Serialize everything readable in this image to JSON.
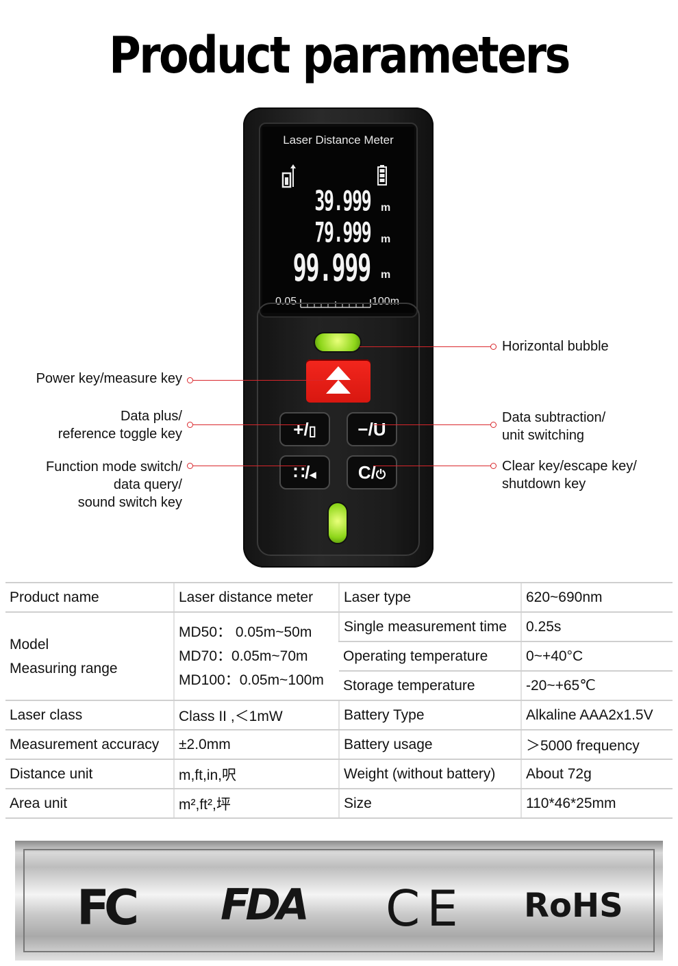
{
  "header": {
    "title": "Product parameters"
  },
  "device": {
    "screen_title": "Laser Distance Meter",
    "readings": [
      {
        "value": "39.999",
        "unit": "m"
      },
      {
        "value": "79.999",
        "unit": "m"
      },
      {
        "value": "99.999",
        "unit": "m"
      }
    ],
    "scale_min": "0.05",
    "scale_max": "100m",
    "keys": {
      "plus": "+/",
      "minus": "−/U",
      "function": "∷/",
      "clear": "C/"
    }
  },
  "callouts": {
    "horizontal_bubble": "Horizontal bubble",
    "power_key": "Power key/measure key",
    "data_plus": [
      "Data plus/",
      "reference toggle key"
    ],
    "data_subtraction": [
      "Data subtraction/",
      "unit switching"
    ],
    "function_mode": [
      "Function mode switch/",
      "data query/",
      "sound switch key"
    ],
    "clear_key": [
      "Clear key/escape key/",
      "shutdown key"
    ]
  },
  "params": {
    "product_name_label": "Product name",
    "product_name_value": "Laser distance meter",
    "model_label": "Model",
    "range_label": "Measuring range",
    "models": [
      "MD50： 0.05m~50m",
      "MD70：0.05m~70m",
      "MD100：0.05m~100m"
    ],
    "laser_class_label": "Laser class",
    "laser_class_value": "Class II ,＜1mW",
    "accuracy_label": "Measurement accuracy",
    "accuracy_value": "±2.0mm",
    "distance_unit_label": "Distance unit",
    "distance_unit_value": "m,ft,in,呎",
    "area_unit_label": "Area unit",
    "area_unit_value": "m²,ft²,坪",
    "laser_type_label": "Laser type",
    "laser_type_value": "620~690nm",
    "single_time_label": "Single measurement time",
    "single_time_value": "0.25s",
    "operating_temp_label": "Operating temperature",
    "operating_temp_value": "0~+40°C",
    "storage_temp_label": "Storage temperature",
    "storage_temp_value": "-20~+65℃",
    "battery_type_label": "Battery Type",
    "battery_type_value": "Alkaline AAA2x1.5V",
    "battery_usage_label": "Battery usage",
    "battery_usage_value": "＞5000 frequency",
    "weight_label": "Weight (without battery)",
    "weight_value": "About 72g",
    "size_label": "Size",
    "size_value": "110*46*25mm"
  },
  "certifications": [
    "FC",
    "FDA",
    "CE",
    "RoHS"
  ]
}
